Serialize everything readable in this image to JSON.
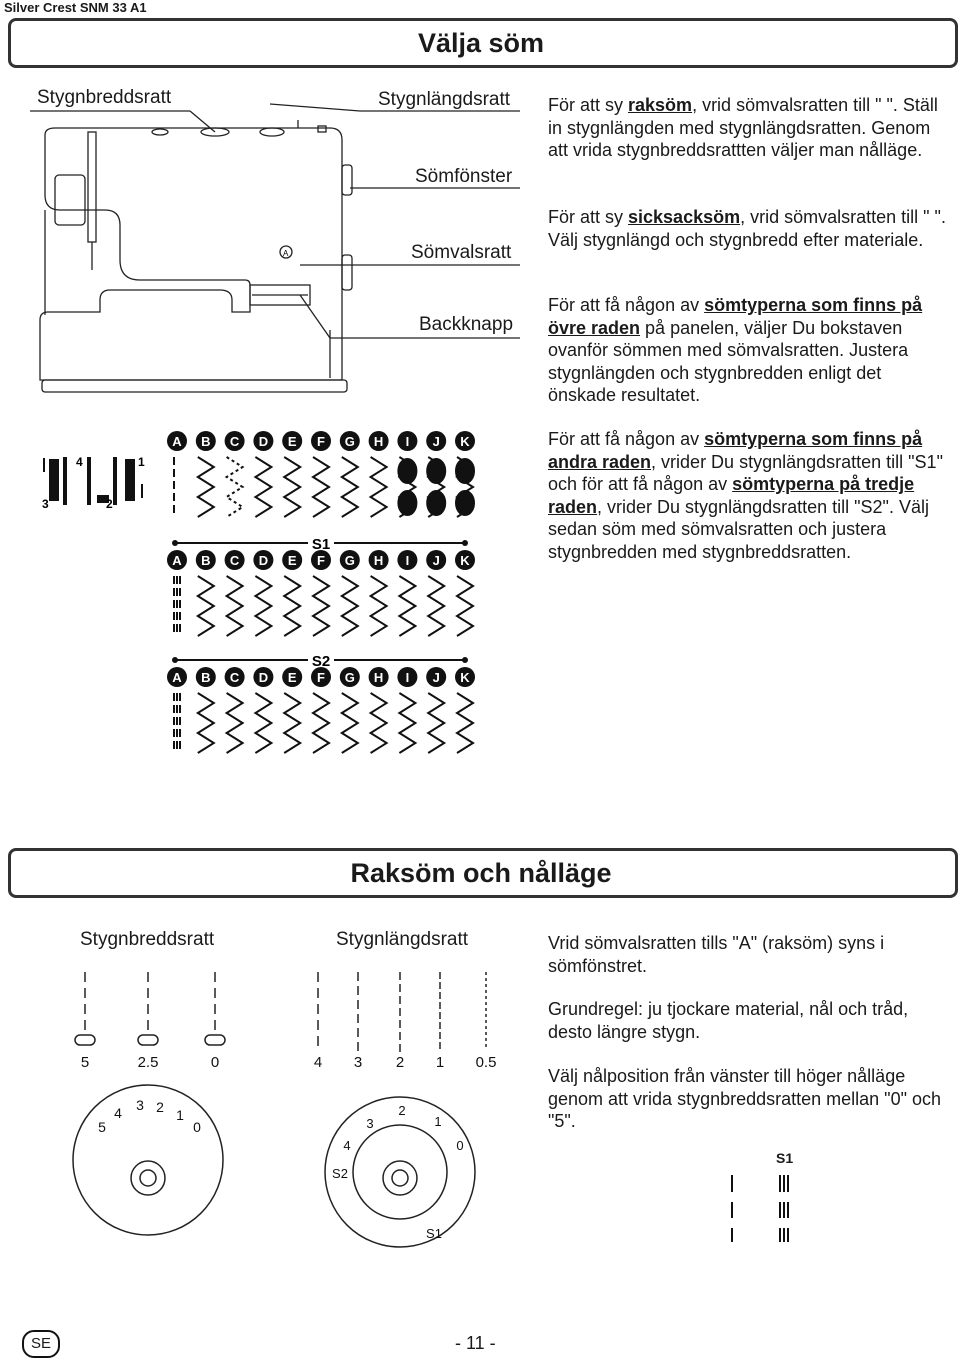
{
  "header": {
    "title": "Silver Crest SNM 33 A1"
  },
  "section1": {
    "title": "Välja söm",
    "labels": {
      "stitch_width_dial": "Stygnbreddsratt",
      "stitch_length_dial": "Stygnlängdsratt",
      "window": "Sömfönster",
      "selector": "Sömvalsratt",
      "reverse": "Backknapp",
      "marker_a": "A"
    },
    "paragraphs": [
      {
        "pre": "För att sy ",
        "bold": "raksöm",
        "post": ", vrid sömvalsratten till \"   \". Ställ in stygnlängden med stygnlängdsratten. Genom att vrida stygnbreddsrattten väljer man nålläge."
      },
      {
        "pre": "För att sy ",
        "bold": "sicksacksöm",
        "post": ", vrid sömvalsratten till \"   \". Välj stygnlängd och stygnbredd efter materiale."
      },
      {
        "pre": "För att få någon av ",
        "bold": "sömtyperna som finns på övre raden",
        "post": " på panelen, väljer Du bokstaven ovanför sömmen med sömvalsratten. Justera stygnlängden och stygnbredden enligt det önskade resultatet."
      },
      {
        "pre": "För att få någon av ",
        "bold": "sömtyperna som finns på andra raden",
        "mid": ", vrider Du stygnlängdsratten till \"S1\" och för att få någon av ",
        "bold2": "sömtyperna på tredje raden",
        "post": ", vrider Du stygnlängdsratten till \"S2\". Välj sedan söm med sömvalsratten och justera stygnbredden med stygnbreddsratten."
      }
    ],
    "needle_numbers": [
      "4",
      "1",
      "3",
      "2"
    ],
    "letters": [
      "A",
      "B",
      "C",
      "D",
      "E",
      "F",
      "G",
      "H",
      "I",
      "J",
      "K"
    ],
    "row_labels": [
      "S1",
      "S2"
    ]
  },
  "section2": {
    "title": "Raksöm och nålläge",
    "labels": {
      "stitch_width_dial": "Stygnbreddsratt",
      "stitch_length_dial": "Stygnlängdsratt"
    },
    "width_values": [
      "5",
      "2.5",
      "0"
    ],
    "length_values": [
      "4",
      "3",
      "2",
      "1",
      "0.5"
    ],
    "width_dial_numbers": [
      "5",
      "4",
      "3",
      "2",
      "1",
      "0"
    ],
    "length_dial_numbers": [
      "S2",
      "4",
      "3",
      "2",
      "1",
      "0",
      "S1"
    ],
    "paragraphs": [
      "Vrid sömvalsratten tills \"A\" (raksöm) syns i sömfönstret.",
      "Grundregel: ju tjockare material, nål och tråd, desto längre stygn.",
      "Välj nålposition från vänster till höger nålläge genom att vrida stygnbreddsratten mellan \"0\" och \"5\"."
    ],
    "s1_label": "S1"
  },
  "footer": {
    "lang": "SE",
    "page": "- 11 -"
  }
}
